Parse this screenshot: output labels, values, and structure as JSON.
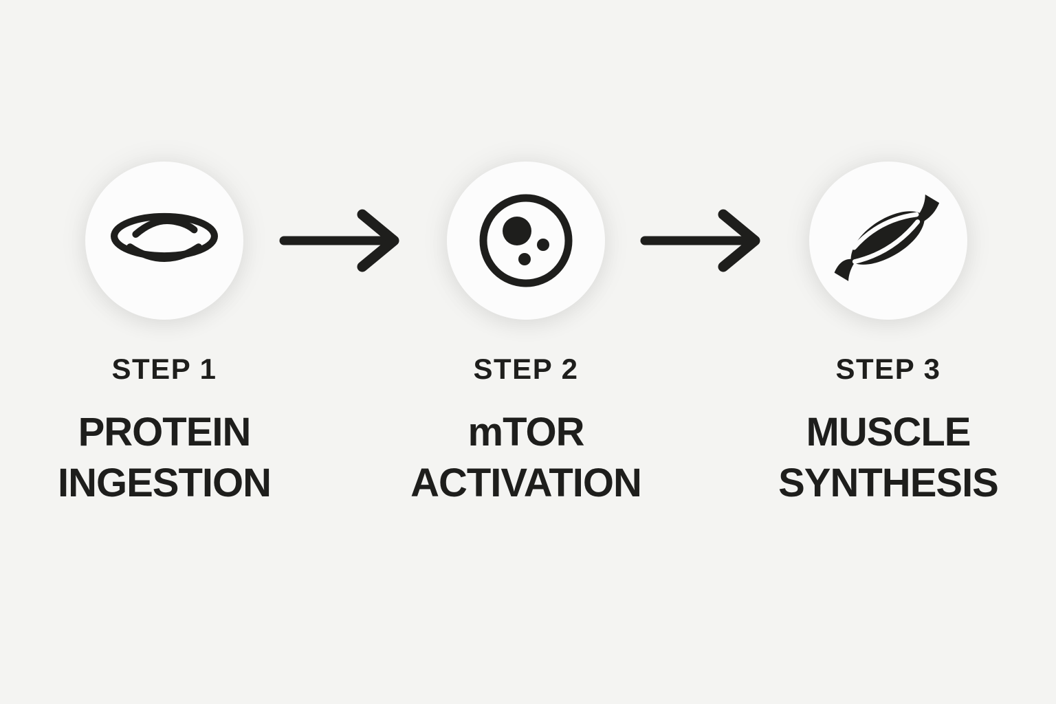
{
  "page": {
    "background_color": "#f4f4f2",
    "ink_color": "#1e1e1c",
    "badge_color": "#fcfcfc"
  },
  "steps": [
    {
      "step_label": "STEP 1",
      "title_lines": [
        "PROTEIN",
        "INGESTION"
      ],
      "icon": "plate-icon"
    },
    {
      "step_label": "STEP 2",
      "title_lines": [
        "mTOR",
        "ACTIVATION"
      ],
      "icon": "cell-icon"
    },
    {
      "step_label": "STEP 3",
      "title_lines": [
        "MUSCLE",
        "SYNTHESIS"
      ],
      "icon": "muscle-icon"
    }
  ],
  "connectors": [
    {
      "type": "arrow-right"
    },
    {
      "type": "arrow-right"
    }
  ]
}
